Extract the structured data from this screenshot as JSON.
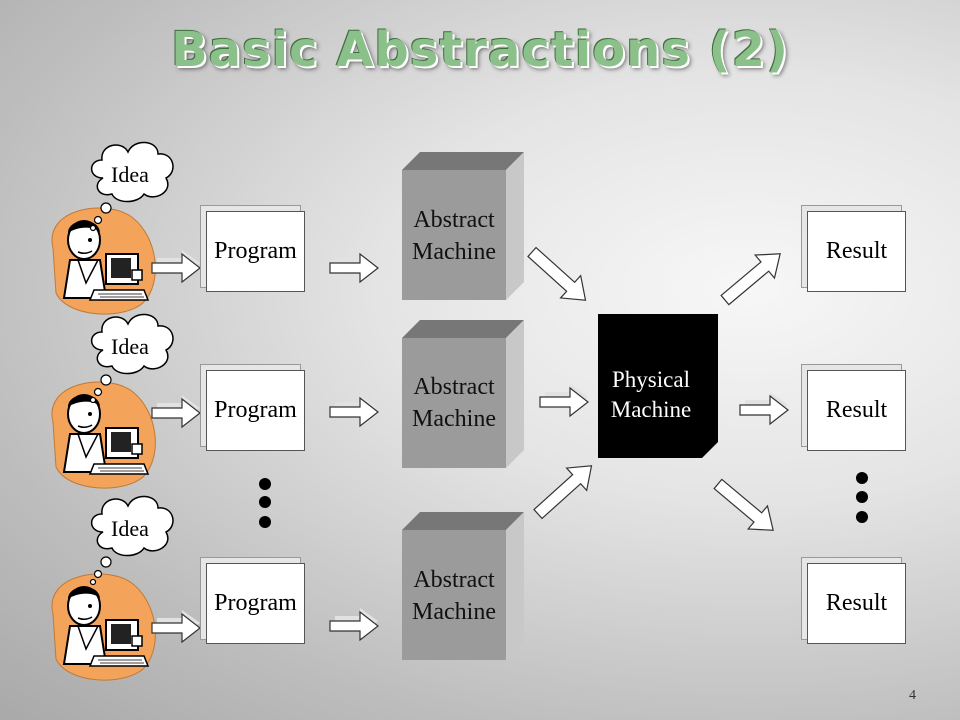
{
  "title": "Basic Abstractions (2)",
  "idea_label": "Idea",
  "program_label": "Program",
  "abstract_machine_line1": "Abstract",
  "abstract_machine_line2": "Machine",
  "physical_machine_line1": "Physical",
  "physical_machine_line2": "Machine",
  "result_label": "Result",
  "page_number": "4",
  "colors": {
    "title": "#8cc08a",
    "abstract_machine": "#9b9b9b",
    "physical_machine": "#000000",
    "person_background": "#f4a35a",
    "arrow_fill": "#ffffff"
  },
  "icons": [
    "person-at-computer-icon",
    "thought-cloud-icon",
    "ellipsis-dots-icon"
  ]
}
